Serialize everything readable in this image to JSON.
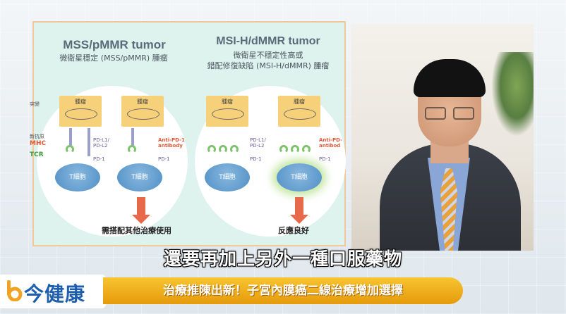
{
  "slide": {
    "left": {
      "title": "MSS/pMMR tumor",
      "subtitle": "微衛星穩定 (MSS/pMMR) 腫瘤",
      "tumor_label_1": "腫瘤",
      "tumor_label_2": "腫瘤",
      "mhc": "MHC",
      "tcr": "TCR",
      "mutation": "突變",
      "antigen": "新抗原",
      "pdl": "PD-L1/\nPD-L2",
      "pd1_a": "PD-1",
      "pd1_b": "PD-1",
      "anti": "Anti-PD-1\nantibody",
      "tcell_1": "T細胞",
      "tcell_2": "T細胞",
      "result": "需搭配其他治療使用"
    },
    "right": {
      "title": "MSI-H/dMMR tumor",
      "subtitle_1": "微衛星不穩定性高或",
      "subtitle_2": "錯配修復缺陷 (MSI-H/dMMR) 腫瘤",
      "tumor_label_1": "腫瘤",
      "tumor_label_2": "腫瘤",
      "pdl": "PD-L1/\nPD-L2",
      "pd1_a": "PD-1",
      "pd1_b": "PD-1",
      "anti": "Anti-PD-\nantibod",
      "tcell_1": "T細胞",
      "tcell_2": "T細胞",
      "result": "反應良好"
    }
  },
  "subtitle": "還要再加上另外一種口服藥物",
  "logo": {
    "text": "今健康",
    "mark_color": "#f0a322"
  },
  "banner": {
    "text": "治療推陳出新！子宮內膜癌二線治療增加選擇"
  }
}
